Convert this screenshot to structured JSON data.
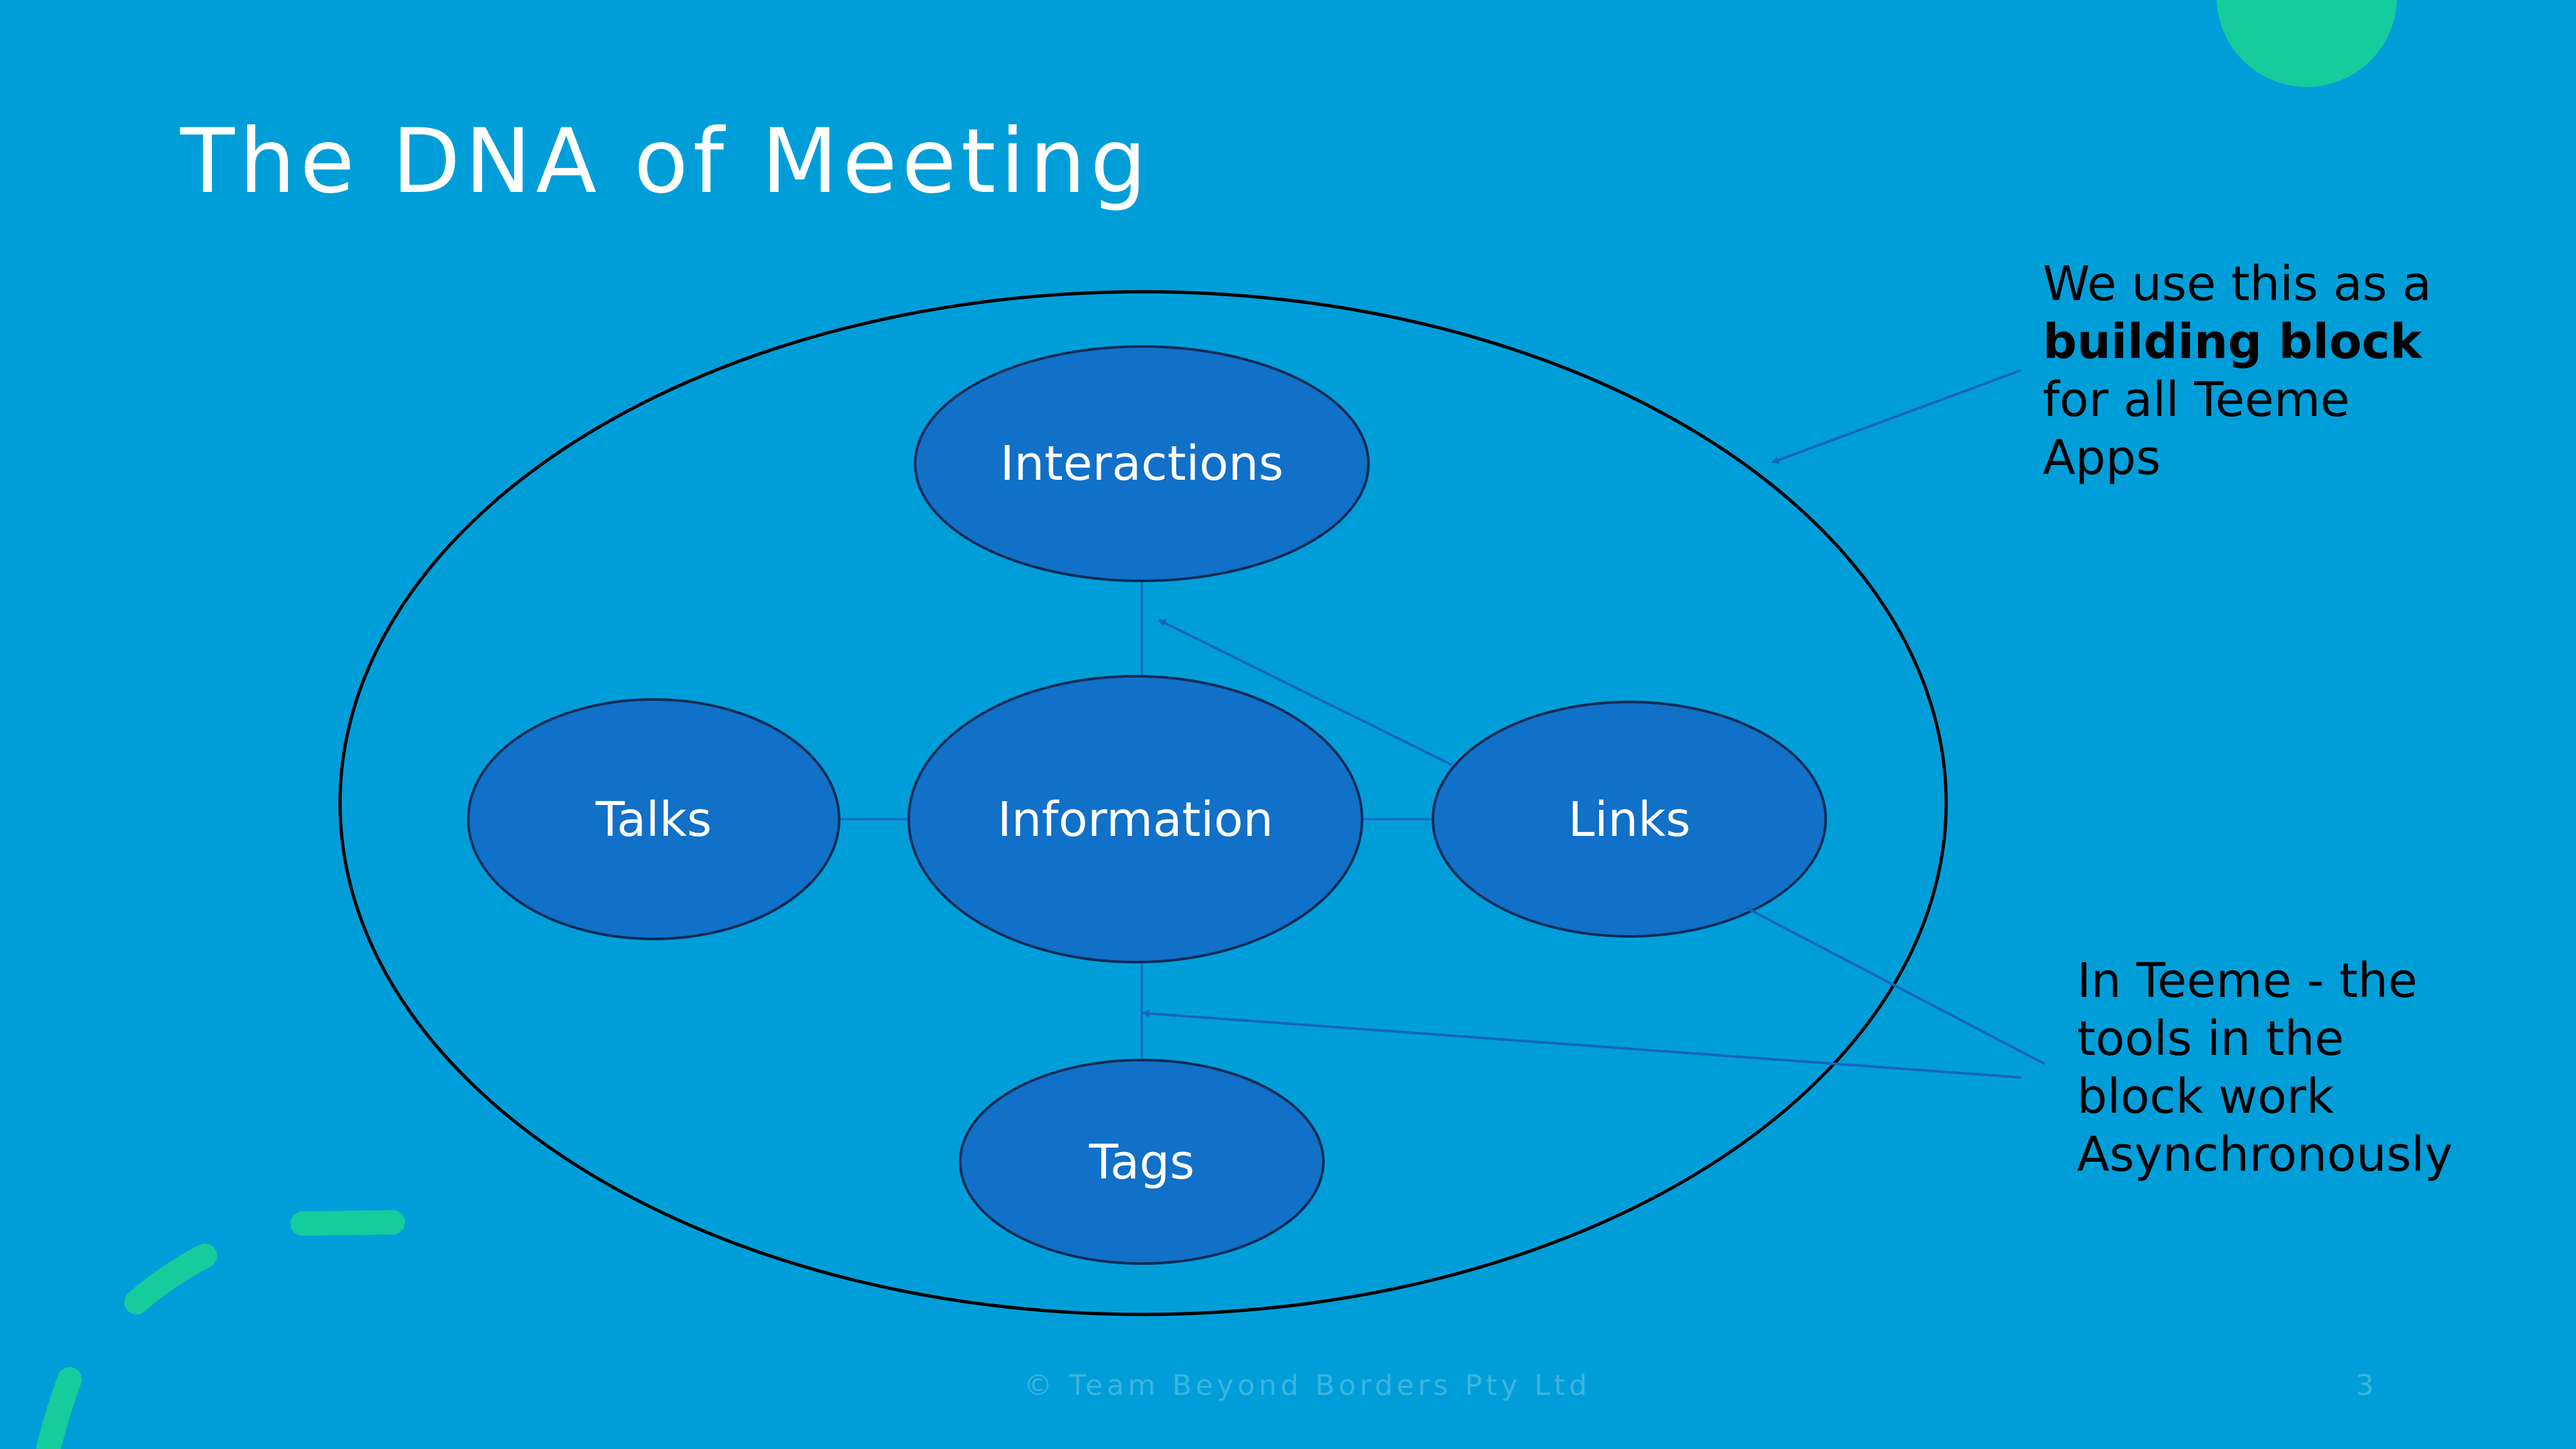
{
  "slide": {
    "title": "The DNA of Meeting",
    "footer": "© Team Beyond Borders Pty Ltd",
    "page_number": "3"
  },
  "diagram": {
    "nodes": [
      {
        "id": "interactions",
        "label": "Interactions"
      },
      {
        "id": "talks",
        "label": "Talks"
      },
      {
        "id": "information",
        "label": "Information"
      },
      {
        "id": "links",
        "label": "Links"
      },
      {
        "id": "tags",
        "label": "Tags"
      }
    ],
    "edges": [
      {
        "from": "information",
        "to": "interactions"
      },
      {
        "from": "information",
        "to": "talks"
      },
      {
        "from": "information",
        "to": "links"
      },
      {
        "from": "information",
        "to": "tags"
      }
    ]
  },
  "callouts": {
    "top": {
      "line1": "We use this as a",
      "line2_bold": "building block",
      "line3": "for all Teeme",
      "line4": "Apps"
    },
    "bottom": {
      "line1": "In Teeme - the",
      "line2": "tools in the",
      "line3": "block work",
      "line4": "Asynchronously"
    }
  },
  "colors": {
    "background": "#009ed9",
    "node_fill": "#1170c7",
    "accent_green": "#14cc9c",
    "arrow": "#1565c0"
  }
}
